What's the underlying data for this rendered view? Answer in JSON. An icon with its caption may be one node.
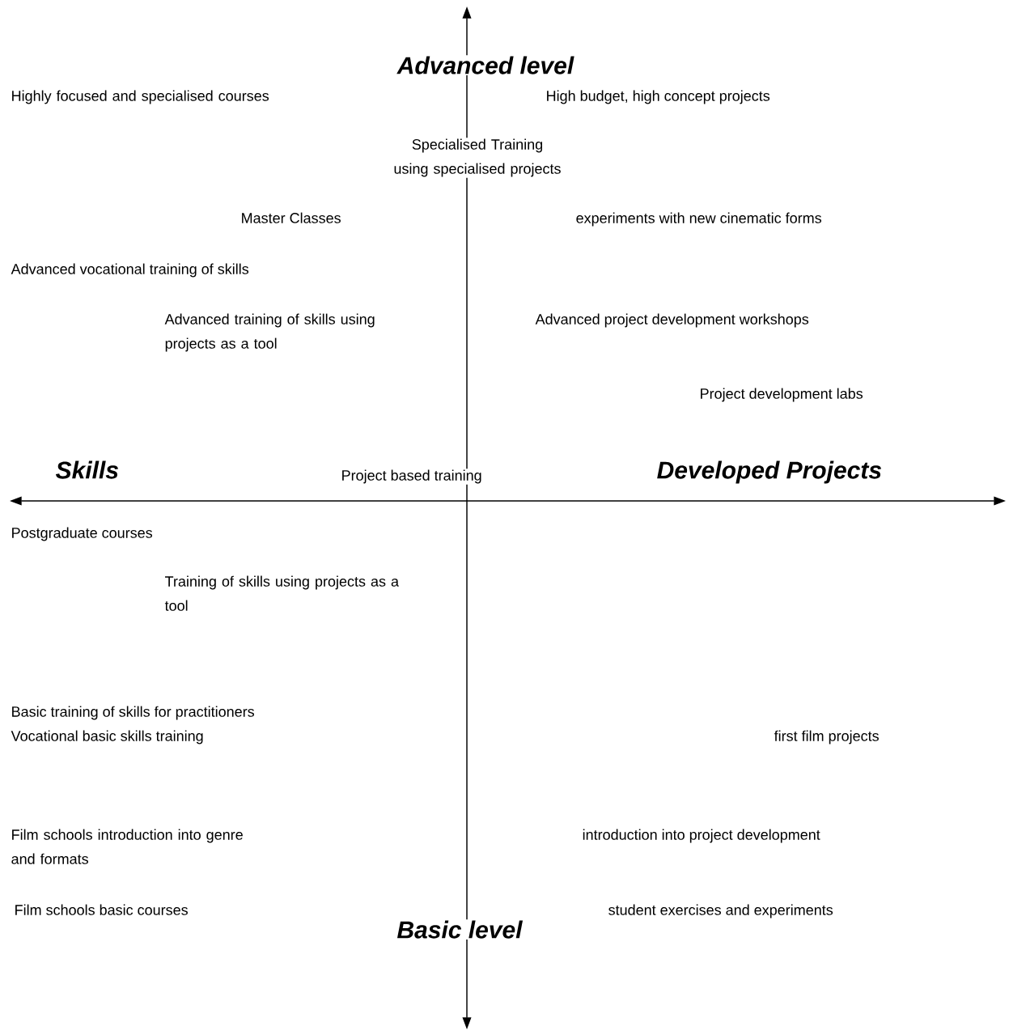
{
  "diagram": {
    "labels": [
      "Advanced level",
      "Highly focused and specialised courses",
      "High budget, high concept projects",
      "Specialised Training using specialised projects",
      "Master Classes",
      "experiments with new cinematic forms",
      "Advanced vocational training of skills",
      "Advanced training of skills using projects as a tool",
      "Advanced project development workshops",
      "Project development labs",
      "Skills",
      "Project based training",
      "Developed Projects",
      "Postgraduate courses",
      "Training of skills using projects as a tool",
      "Basic training of skills for practitioners",
      "Vocational basic skills training",
      "first film projects",
      "Film schools introduction into genre and formats",
      "introduction into project development",
      "Film schools basic courses",
      "student exercises and experiments",
      "Basic level"
    ]
  }
}
